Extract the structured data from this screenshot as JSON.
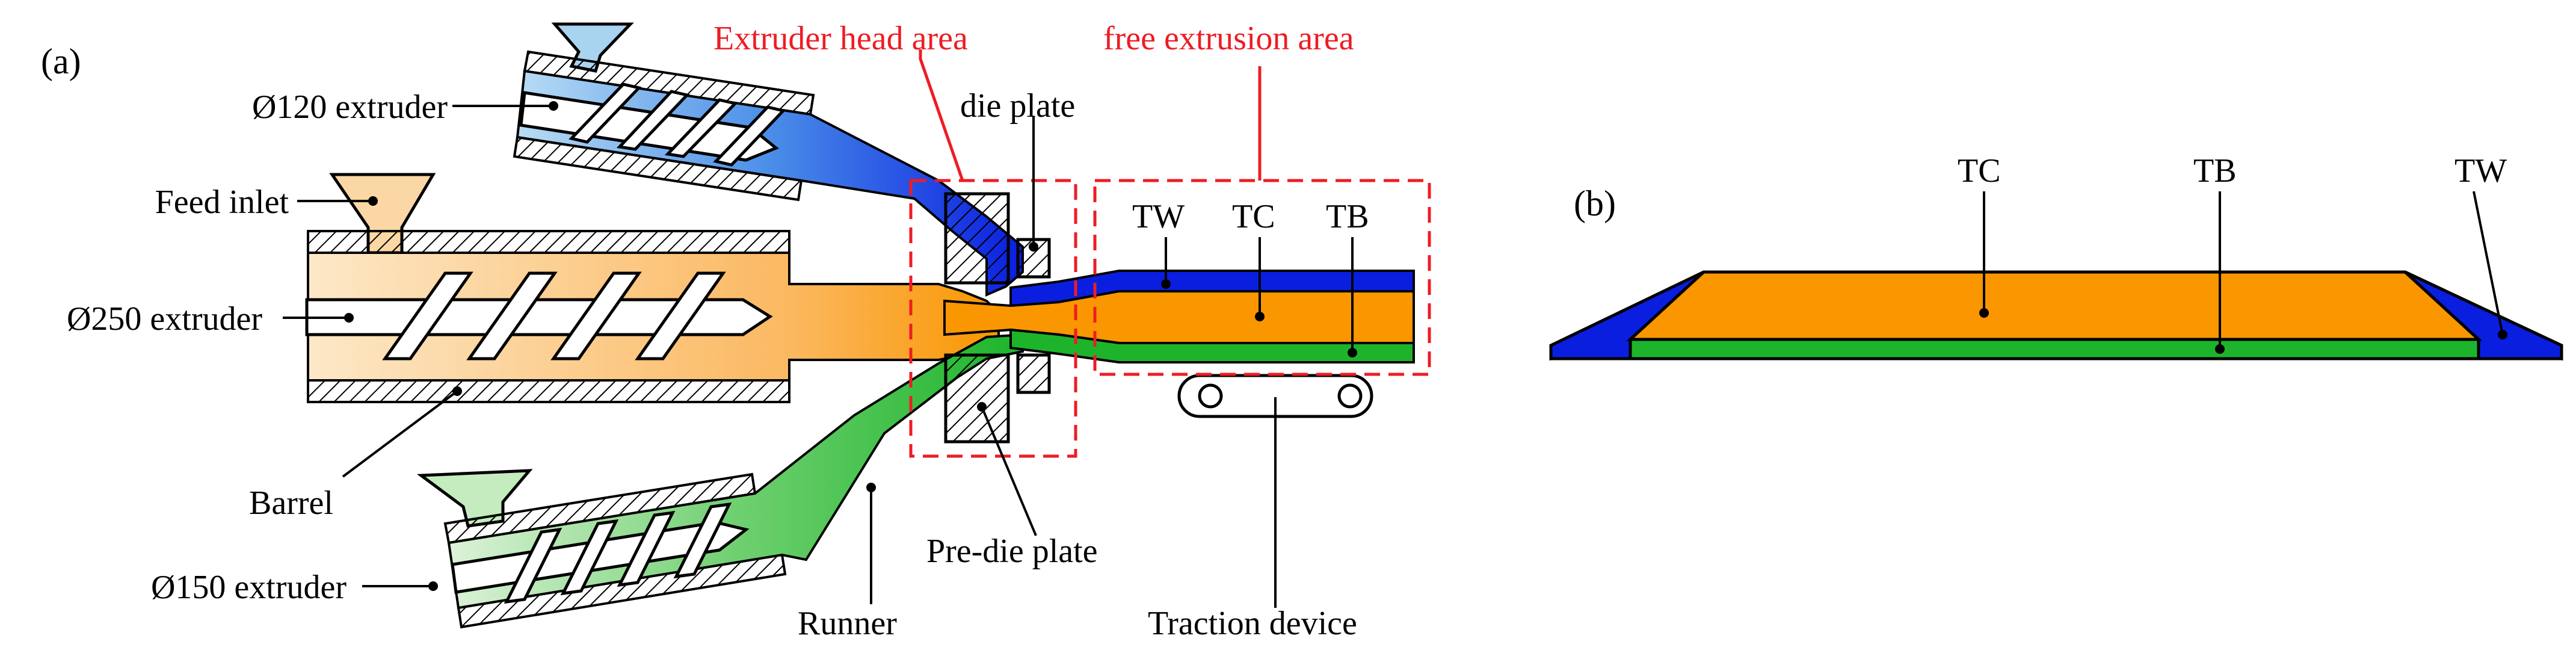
{
  "panels": {
    "a": {
      "tag": "(a)",
      "labels": {
        "extruder_120": "Ø120 extruder",
        "feed_inlet": "Feed inlet",
        "extruder_250": "Ø250 extruder",
        "barrel": "Barrel",
        "extruder_150": "Ø150 extruder",
        "runner": "Runner",
        "extruder_head_area": "Extruder head area",
        "free_extrusion_area": "free extrusion area",
        "die_plate": "die plate",
        "pre_die_plate": "Pre-die plate",
        "traction_device": "Traction device",
        "tw": "TW",
        "tc": "TC",
        "tb": "TB"
      }
    },
    "b": {
      "tag": "(b)",
      "labels": {
        "tc": "TC",
        "tb": "TB",
        "tw": "TW"
      }
    }
  },
  "colors": {
    "blue_layer": "#0a1ee0",
    "orange_layer": "#fa9600",
    "green_layer": "#1db42c",
    "annotation_red": "#ee1c24",
    "outline": "#000000"
  }
}
